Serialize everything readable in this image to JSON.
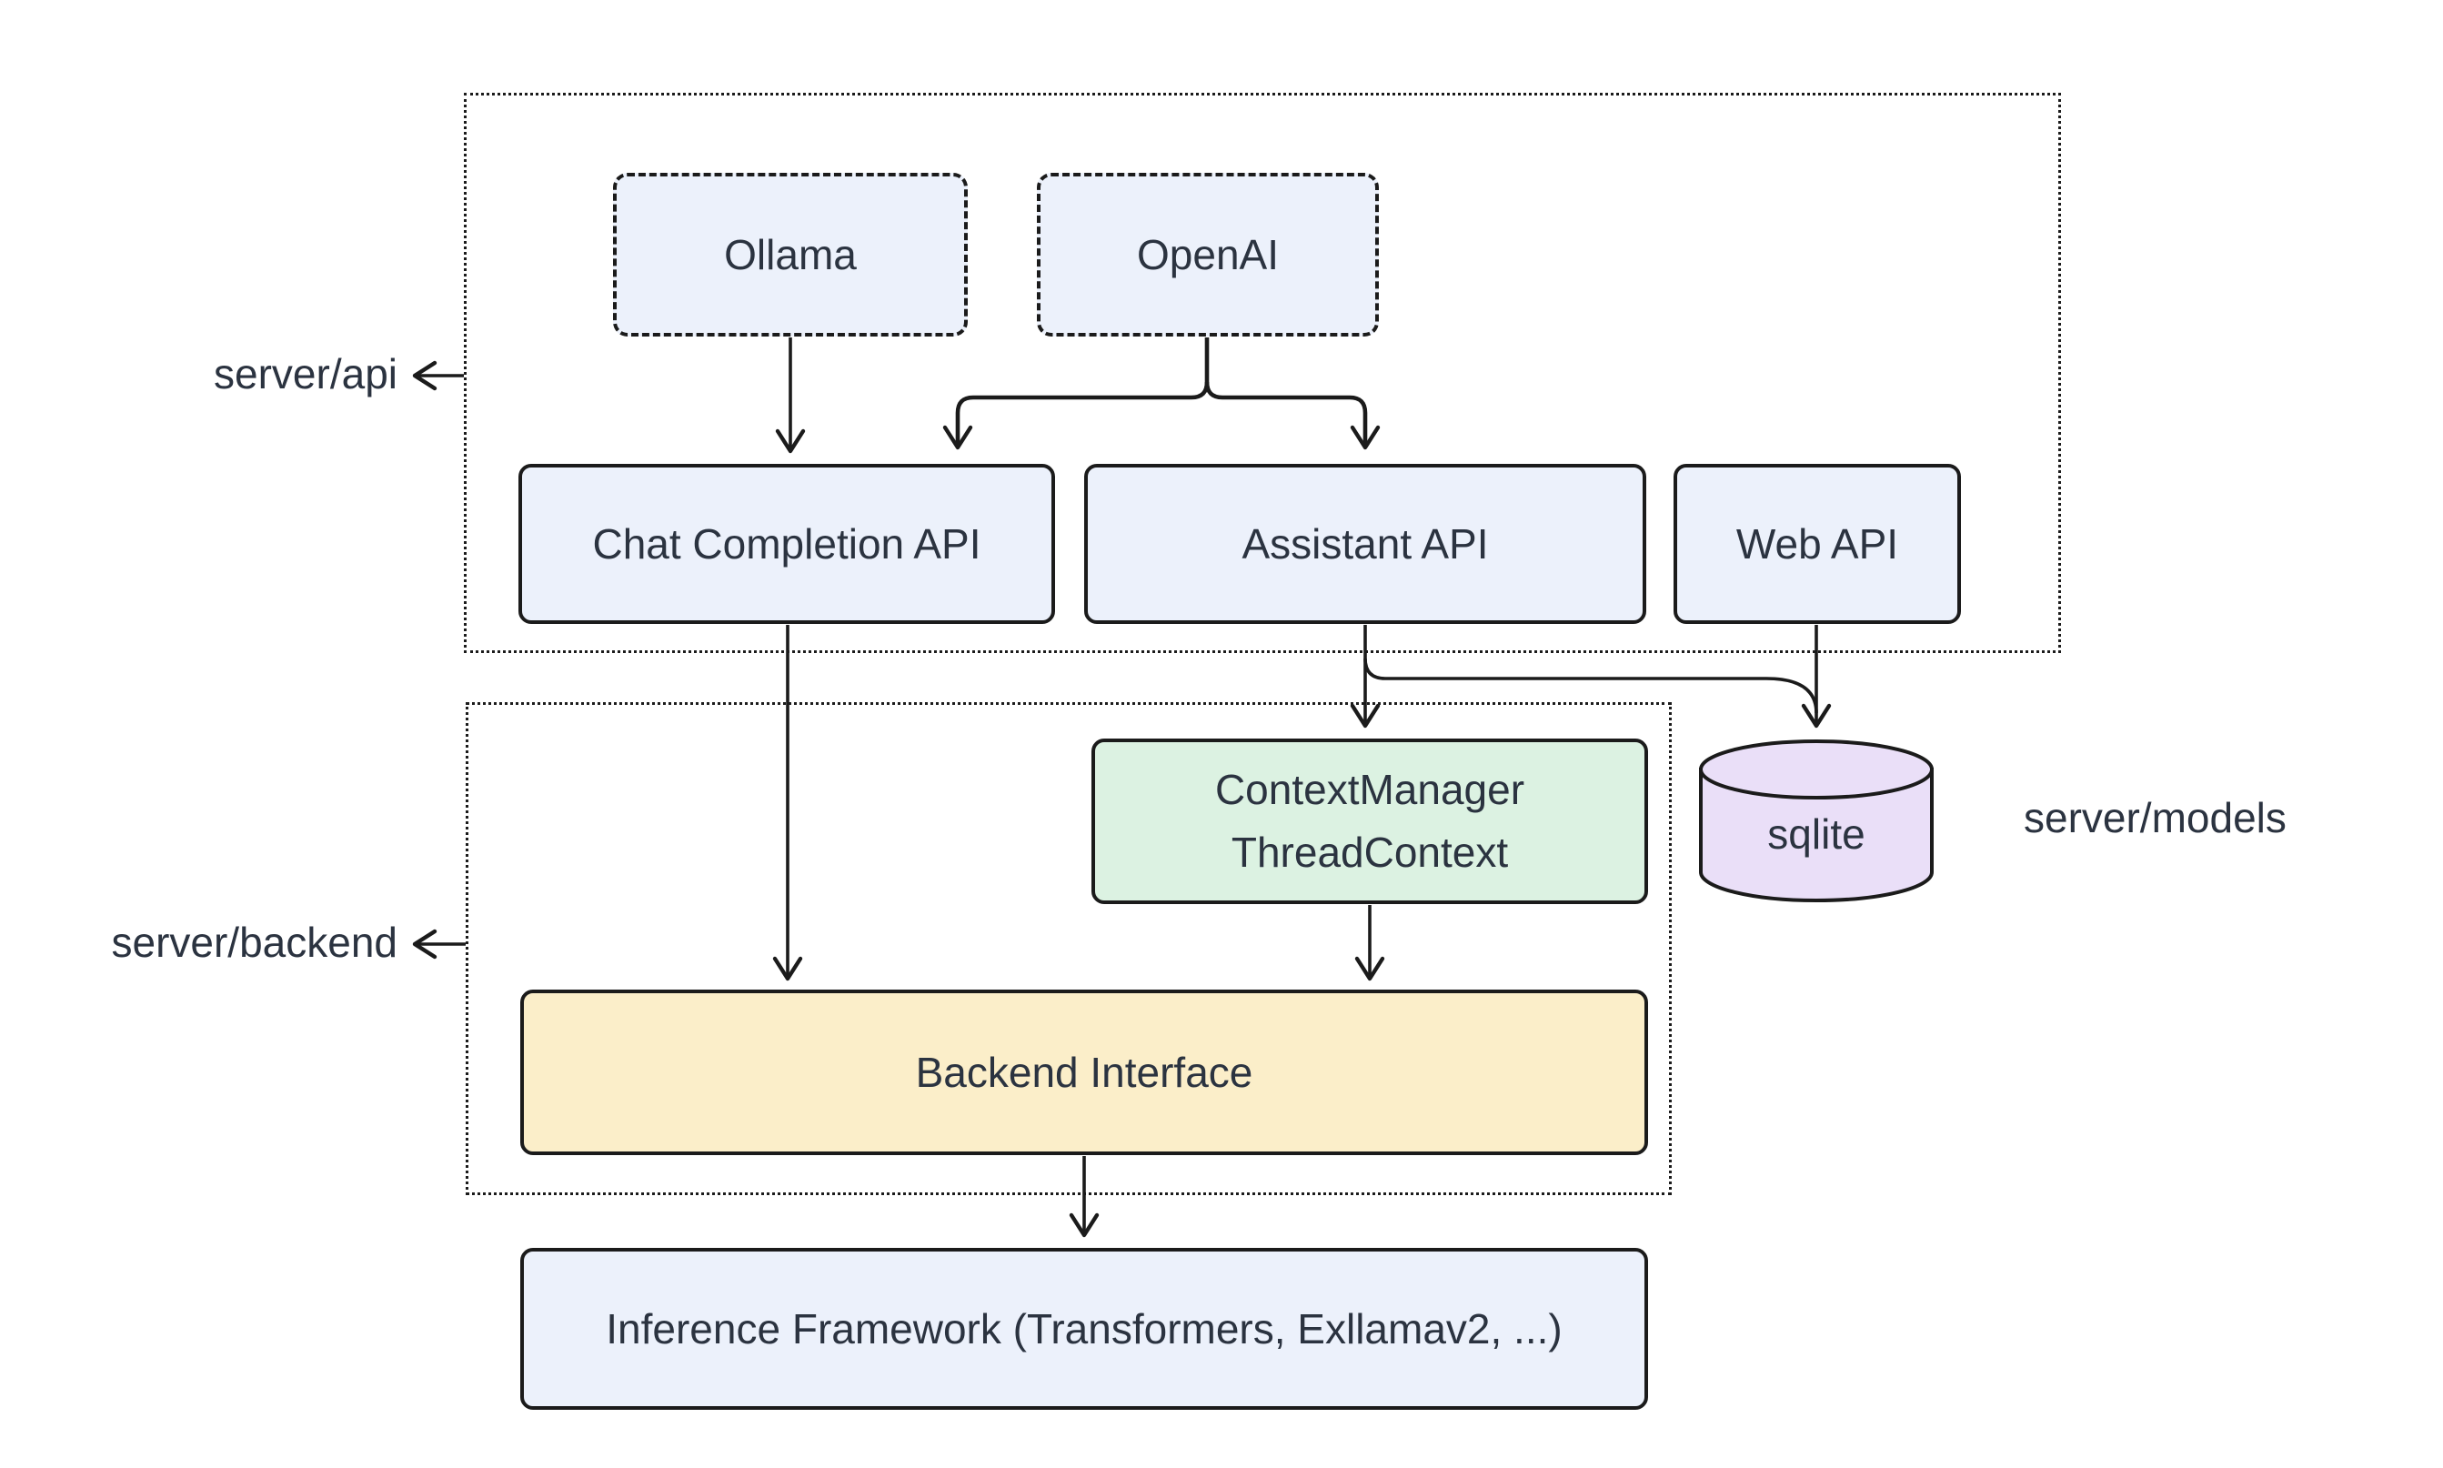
{
  "diagram": {
    "type": "architecture-flowchart",
    "groups": {
      "api": {
        "label": "server/api"
      },
      "backend": {
        "label": "server/backend"
      },
      "models": {
        "label": "server/models"
      }
    },
    "nodes": {
      "ollama": {
        "label": "Ollama",
        "shape": "dashed-box",
        "fill": "blue",
        "group": "server/api"
      },
      "openai": {
        "label": "OpenAI",
        "shape": "dashed-box",
        "fill": "blue",
        "group": "server/api"
      },
      "chat_completion_api": {
        "label": "Chat Completion API",
        "shape": "box",
        "fill": "blue",
        "group": "server/api"
      },
      "assistant_api": {
        "label": "Assistant API",
        "shape": "box",
        "fill": "blue",
        "group": "server/api"
      },
      "web_api": {
        "label": "Web API",
        "shape": "box",
        "fill": "blue",
        "group": "server/api"
      },
      "context_manager": {
        "label_line1": "ContextManager",
        "label_line2": "ThreadContext",
        "shape": "box",
        "fill": "green",
        "group": "server/backend"
      },
      "sqlite": {
        "label": "sqlite",
        "shape": "cylinder",
        "fill": "purple",
        "group": "server/models"
      },
      "backend_interface": {
        "label": "Backend Interface",
        "shape": "box",
        "fill": "yellow",
        "group": "server/backend"
      },
      "inference_framework": {
        "label": "Inference Framework (Transformers, Exllamav2, ...)",
        "shape": "box",
        "fill": "blue"
      }
    },
    "edges": [
      {
        "from": "Ollama",
        "to": "Chat Completion API"
      },
      {
        "from": "OpenAI",
        "to": "Chat Completion API"
      },
      {
        "from": "OpenAI",
        "to": "Assistant API"
      },
      {
        "from": "Chat Completion API",
        "to": "Backend Interface"
      },
      {
        "from": "Assistant API",
        "to": "ContextManager ThreadContext"
      },
      {
        "from": "Assistant API",
        "to": "sqlite"
      },
      {
        "from": "Web API",
        "to": "sqlite"
      },
      {
        "from": "ContextManager ThreadContext",
        "to": "Backend Interface"
      },
      {
        "from": "Backend Interface",
        "to": "Inference Framework (Transformers, Exllamav2, ...)"
      }
    ],
    "colors": {
      "node_blue": "#ECF1FB",
      "node_green": "#DCF2E2",
      "node_yellow": "#FBEEC9",
      "node_purple": "#EADFF8",
      "border": "#1B1B1B",
      "text": "#2B3340",
      "background": "#FFFFFF"
    }
  }
}
